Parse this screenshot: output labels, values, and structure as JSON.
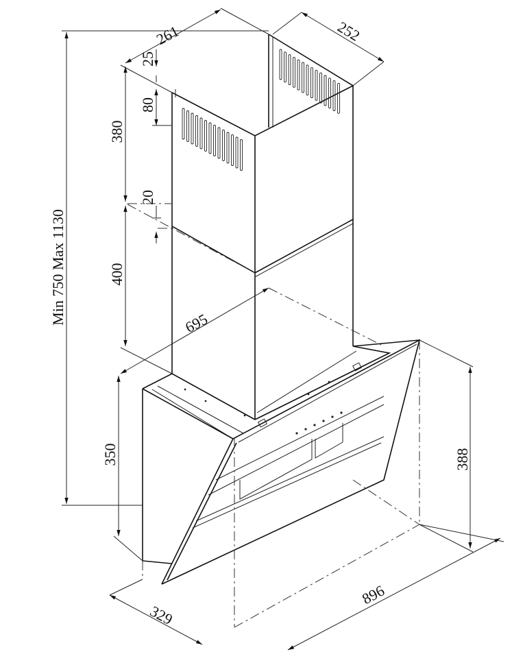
{
  "dimensions": {
    "chimney_width": "261",
    "chimney_depth": "252",
    "top_offset": "25",
    "vent_height": "80",
    "upper_chimney_height": "380",
    "overlap": "20",
    "lower_chimney_height": "400",
    "total_height": "Min 750 Max 1130",
    "hood_width": "695",
    "hood_body_height": "350",
    "glass_height": "388",
    "hood_depth": "329",
    "overall_width": "896"
  }
}
